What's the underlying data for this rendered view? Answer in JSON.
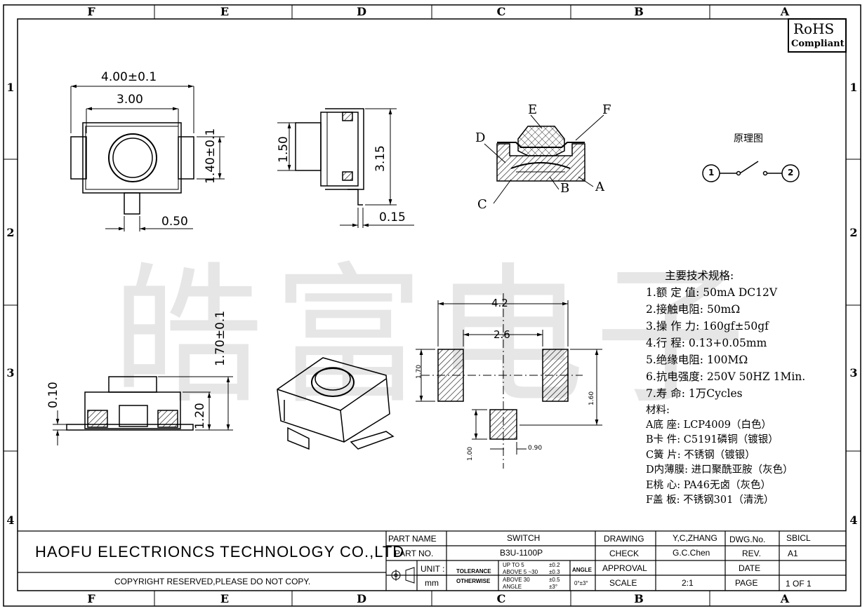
{
  "zones": {
    "columns": [
      "F",
      "E",
      "D",
      "C",
      "B",
      "A"
    ],
    "rows": [
      "1",
      "2",
      "3",
      "4"
    ]
  },
  "watermark": "皓富电子",
  "rohs": {
    "line1": "RoHS",
    "line2": "Compliant"
  },
  "principle": {
    "label": "原理图",
    "pin1": "1",
    "pin2": "2"
  },
  "dimensions": {
    "top_width": "4.00±0.1",
    "top_inner": "3.00",
    "top_height": "1.40±0.1",
    "top_pin": "0.50",
    "side_button": "1.50",
    "side_height": "3.15",
    "side_thickness": "0.15",
    "front_total": "1.70±0.1",
    "front_body": "1.20",
    "front_base": "0.10",
    "pad_outer": "4.2",
    "pad_inner": "2.6",
    "pad_h": "1.70",
    "pad_span": "1.60",
    "pad_small_h": "1.00",
    "pad_small_w": "0.90"
  },
  "section_labels": {
    "a": "A",
    "b": "B",
    "c": "C",
    "d": "D",
    "e": "E",
    "f": "F"
  },
  "specs": {
    "title": "主要技术规格:",
    "items": [
      "1.额 定 值: 50mA DC12V",
      "2.接触电阻: 50mΩ",
      "3.操 作 力: 160gf±50gf",
      "4.行    程: 0.13+0.05mm",
      "5.绝缘电阻: 100MΩ",
      "6.抗电强度: 250V 50HZ 1Min.",
      "7.寿    命: 1万Cycles"
    ],
    "materials_title": "材料:",
    "materials": [
      "A底  座:  LCP4009（白色）",
      "B卡  件:  C5191磷铜（镀银）",
      "C簧  片:  不锈钢（镀银）",
      "D内薄膜:  进口聚酰亚胺（灰色）",
      "E桃  心:  PA46无卤（灰色）",
      "F盖  板:  不锈钢301（清洗）"
    ]
  },
  "title_block": {
    "company": "HAOFU ELECTRIONCS TECHNOLOGY CO.,LTD",
    "copyright": "COPYRIGHT RESERVED,PLEASE DO NOT COPY.",
    "part_name_label": "PART NAME",
    "part_name": "SWITCH",
    "part_no_label": "PART NO.",
    "part_no": "B3U-1100P",
    "unit_label": "UNIT :",
    "unit": "mm",
    "tolerance_label": "TOLERANCE",
    "otherwise_label": "OTHERWISE",
    "tol_lines": [
      "UP TO 5",
      "ABOVE 5 ~30",
      "ABOVE 30",
      "ANGLE"
    ],
    "tol_values": [
      "±0.2",
      "±0.3",
      "±0.5",
      "±3°"
    ],
    "angle_label": "ANGLE",
    "angle_value": "0°±3°",
    "drawing_label": "DRAWING",
    "drawing": "Y,C,ZHANG",
    "check_label": "CHECK",
    "check": "G.C.Chen",
    "approval_label": "APPROVAL",
    "scale_label": "SCALE",
    "scale": "2:1",
    "dwg_label": "DWG.No.",
    "dwg": "SBICL",
    "rev_label": "REV.",
    "rev": "A1",
    "date_label": "DATE",
    "page_label": "PAGE",
    "page": "1 OF 1"
  }
}
